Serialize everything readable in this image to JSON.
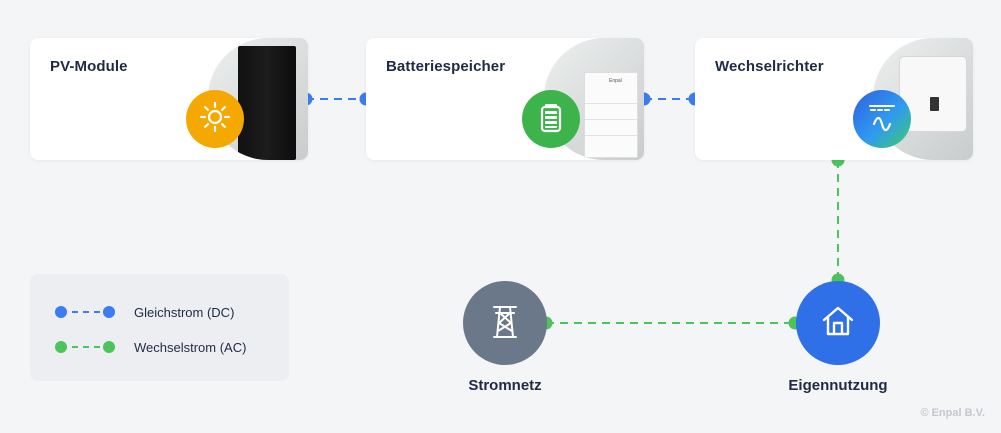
{
  "components": {
    "pv_module": {
      "title": "PV-Module",
      "icon": "sun-icon",
      "color": "#f5a800"
    },
    "battery": {
      "title": "Batteriespeicher",
      "icon": "battery-icon",
      "color": "#3cb44b",
      "product_brand": "Enpal"
    },
    "inverter": {
      "title": "Wechselrichter",
      "icon": "sine-wave-icon",
      "color": "#2f6fe8"
    }
  },
  "nodes": {
    "grid": {
      "label": "Stromnetz",
      "icon": "power-tower-icon",
      "color": "#6b7889"
    },
    "home": {
      "label": "Eigennutzung",
      "icon": "house-icon",
      "color": "#2f6fe8"
    }
  },
  "legend": {
    "dc": {
      "label": "Gleichstrom (DC)",
      "color": "#3b7cf0"
    },
    "ac": {
      "label": "Wechselstrom (AC)",
      "color": "#4cc45a"
    }
  },
  "copyright": "© Enpal B.V."
}
